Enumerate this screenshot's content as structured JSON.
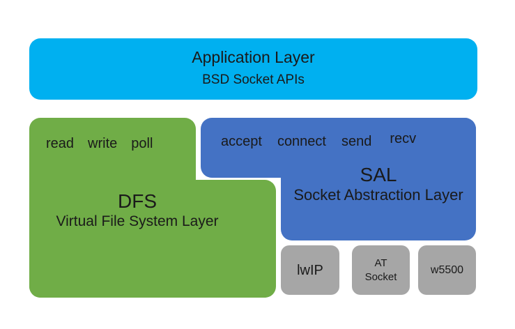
{
  "app_layer": {
    "title": "Application Layer",
    "subtitle": "BSD Socket APIs"
  },
  "dfs": {
    "apis": [
      "read",
      "write",
      "poll"
    ],
    "acronym": "DFS",
    "name": "Virtual File System Layer"
  },
  "sal": {
    "apis": [
      "accept",
      "connect",
      "send",
      "recv"
    ],
    "acronym": "SAL",
    "name": "Socket Abstraction Layer"
  },
  "backends": [
    {
      "lines": [
        "lwIP"
      ]
    },
    {
      "lines": [
        "AT",
        "Socket"
      ]
    },
    {
      "lines": [
        "w5500"
      ]
    }
  ],
  "colors": {
    "app_layer": "#00B0F0",
    "dfs": "#70AD47",
    "sal": "#4472C4",
    "backend": "#A6A6A6",
    "text": "#1A1A1A",
    "background": "#FFFFFF"
  }
}
